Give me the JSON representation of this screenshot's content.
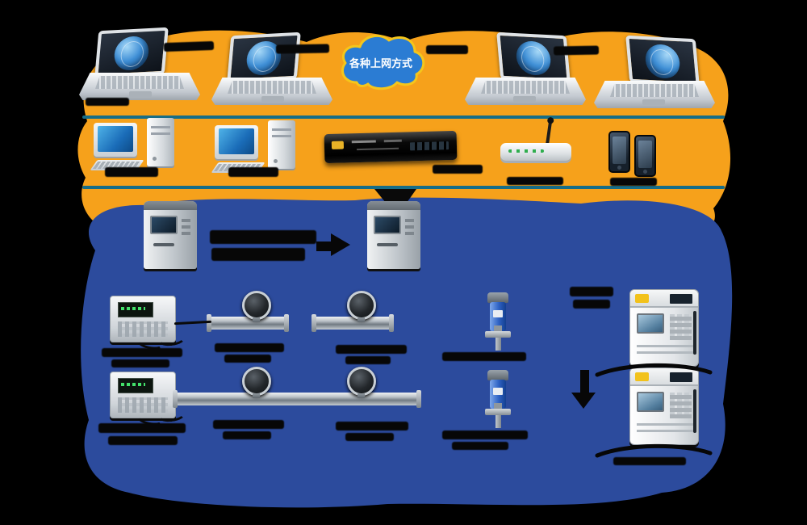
{
  "diagram": {
    "background_color": "#000000",
    "top_band_color": "#F6A11B",
    "bottom_band_color": "#2C4B9D",
    "bus_line_color": "#176D87",
    "cloud": {
      "label": "各种上网方式",
      "fill_color": "#2B7CD3",
      "border_color": "#F5C61B",
      "text_color": "#FFFFFF"
    },
    "nodes": {
      "laptop_count": 4,
      "workstation_count": 2,
      "rack_server_count": 1,
      "wireless_router_count": 1,
      "smartphone_count": 2,
      "kiosk_count": 2,
      "flow_computer_count": 2,
      "pipeline_meter_count": 4,
      "transmitter_count": 2,
      "dispenser_count": 2,
      "illegible_label_count": 30
    }
  }
}
